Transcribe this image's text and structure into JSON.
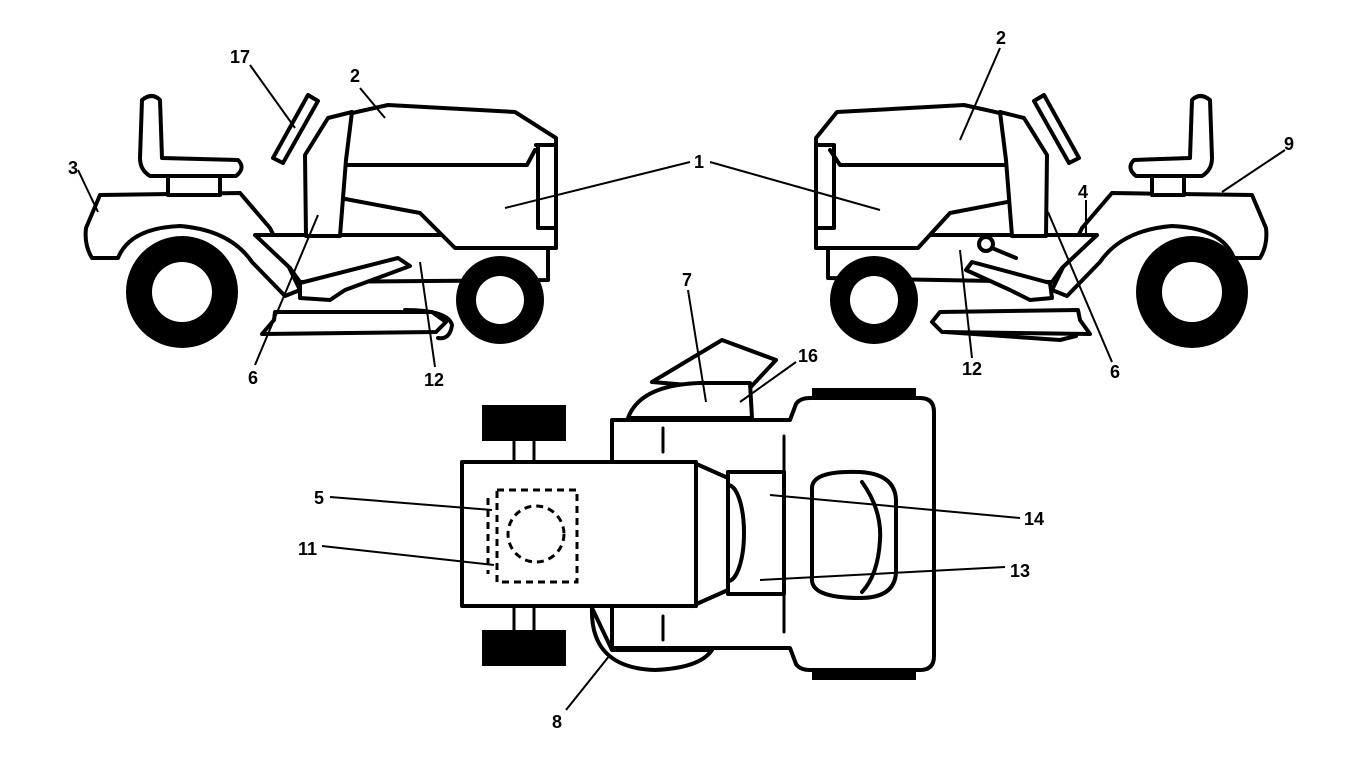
{
  "callouts": {
    "c1": "1",
    "c2_left": "2",
    "c2_right": "2",
    "c3": "3",
    "c4": "4",
    "c5": "5",
    "c6_left": "6",
    "c6_right": "6",
    "c7": "7",
    "c8": "8",
    "c9": "9",
    "c11": "11",
    "c12_left": "12",
    "c12_right": "12",
    "c13": "13",
    "c14": "14",
    "c16": "16",
    "c17": "17"
  }
}
